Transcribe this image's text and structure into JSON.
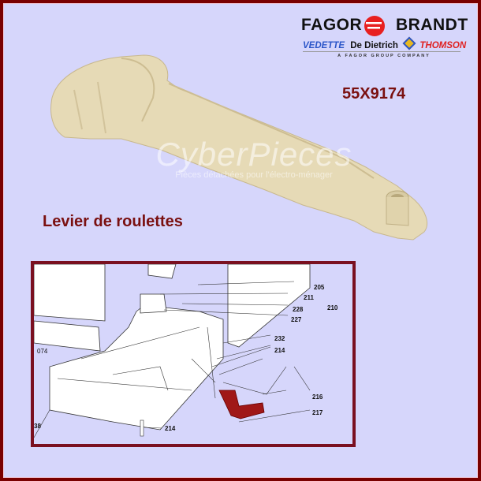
{
  "logo": {
    "brand_left": "FAGOR",
    "brand_right": "BRANDT",
    "sub_brands": [
      "VEDETTE",
      "De Dietrich",
      "THOMSON"
    ],
    "tagline": "A FAGOR GROUP COMPANY"
  },
  "product": {
    "reference": "55X9174",
    "name": "Levier de roulettes"
  },
  "watermark": {
    "brand": "CyberPieces",
    "tagline": "Pièces détachées pour l'électro-ménager"
  },
  "diagram": {
    "labels": [
      "205",
      "211",
      "228",
      "210",
      "227",
      "232",
      "214",
      "216",
      "217",
      "214",
      "38",
      "074"
    ]
  },
  "colors": {
    "background": "#d6d6fb",
    "frame": "#7a0000",
    "accent_text": "#7a1010",
    "part": "#e8dcb8",
    "highlight_part": "#a01818"
  }
}
